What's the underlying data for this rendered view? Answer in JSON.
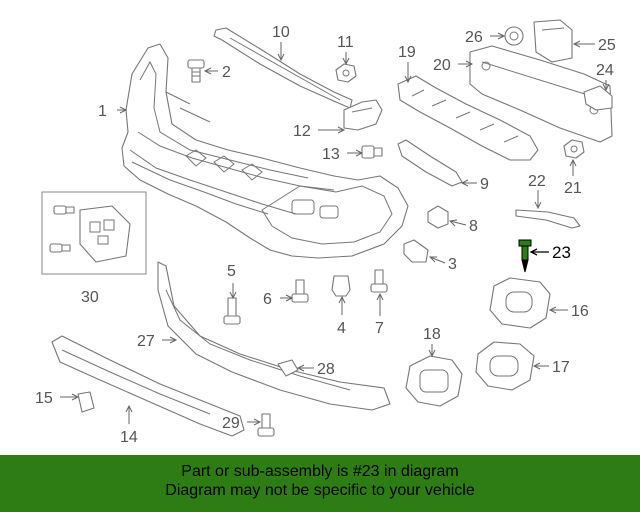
{
  "callouts": {
    "c1": "1",
    "c2": "2",
    "c3": "3",
    "c4": "4",
    "c5": "5",
    "c6": "6",
    "c7": "7",
    "c8": "8",
    "c9": "9",
    "c10": "10",
    "c11": "11",
    "c12": "12",
    "c13": "13",
    "c14": "14",
    "c15": "15",
    "c16": "16",
    "c17": "17",
    "c18": "18",
    "c19": "19",
    "c20": "20",
    "c21": "21",
    "c22": "22",
    "c23": "23",
    "c24": "24",
    "c25": "25",
    "c26": "26",
    "c27": "27",
    "c28": "28",
    "c29": "29",
    "c30": "30"
  },
  "highlight_color": "#2d7d14",
  "banner": {
    "line1": "Part or sub-assembly is #23 in diagram",
    "line2": "Diagram may not be specific to your vehicle"
  }
}
